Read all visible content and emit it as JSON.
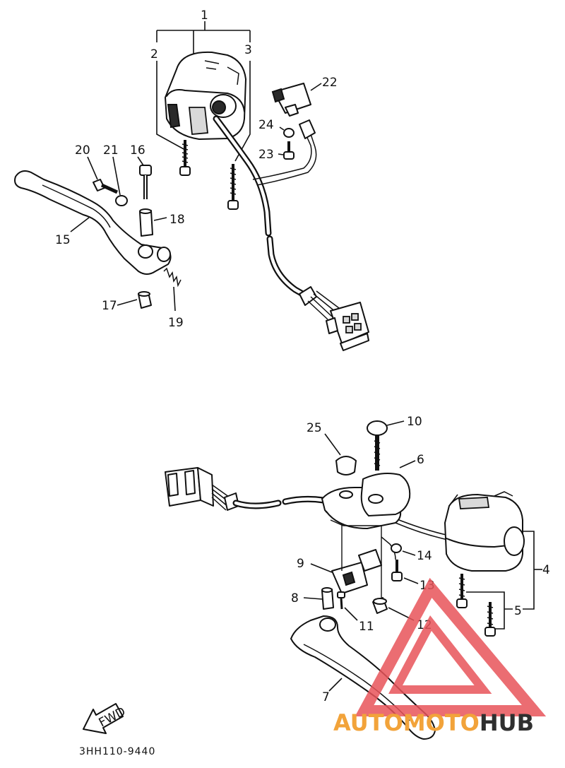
{
  "diagram_code": "3HH110-9440",
  "fwd_label": "FWD",
  "watermark": {
    "brand_part1": "AUTOMOTO",
    "brand_part2": "HUB",
    "accent_color": "#f2a33a",
    "dark_color": "#2f2f2f",
    "logo_color": "#e8545a"
  },
  "part_numbers": [
    "1",
    "2",
    "3",
    "4",
    "5",
    "6",
    "7",
    "8",
    "9",
    "10",
    "11",
    "12",
    "13",
    "14",
    "15",
    "16",
    "17",
    "18",
    "19",
    "20",
    "21",
    "22",
    "23",
    "24",
    "25"
  ]
}
